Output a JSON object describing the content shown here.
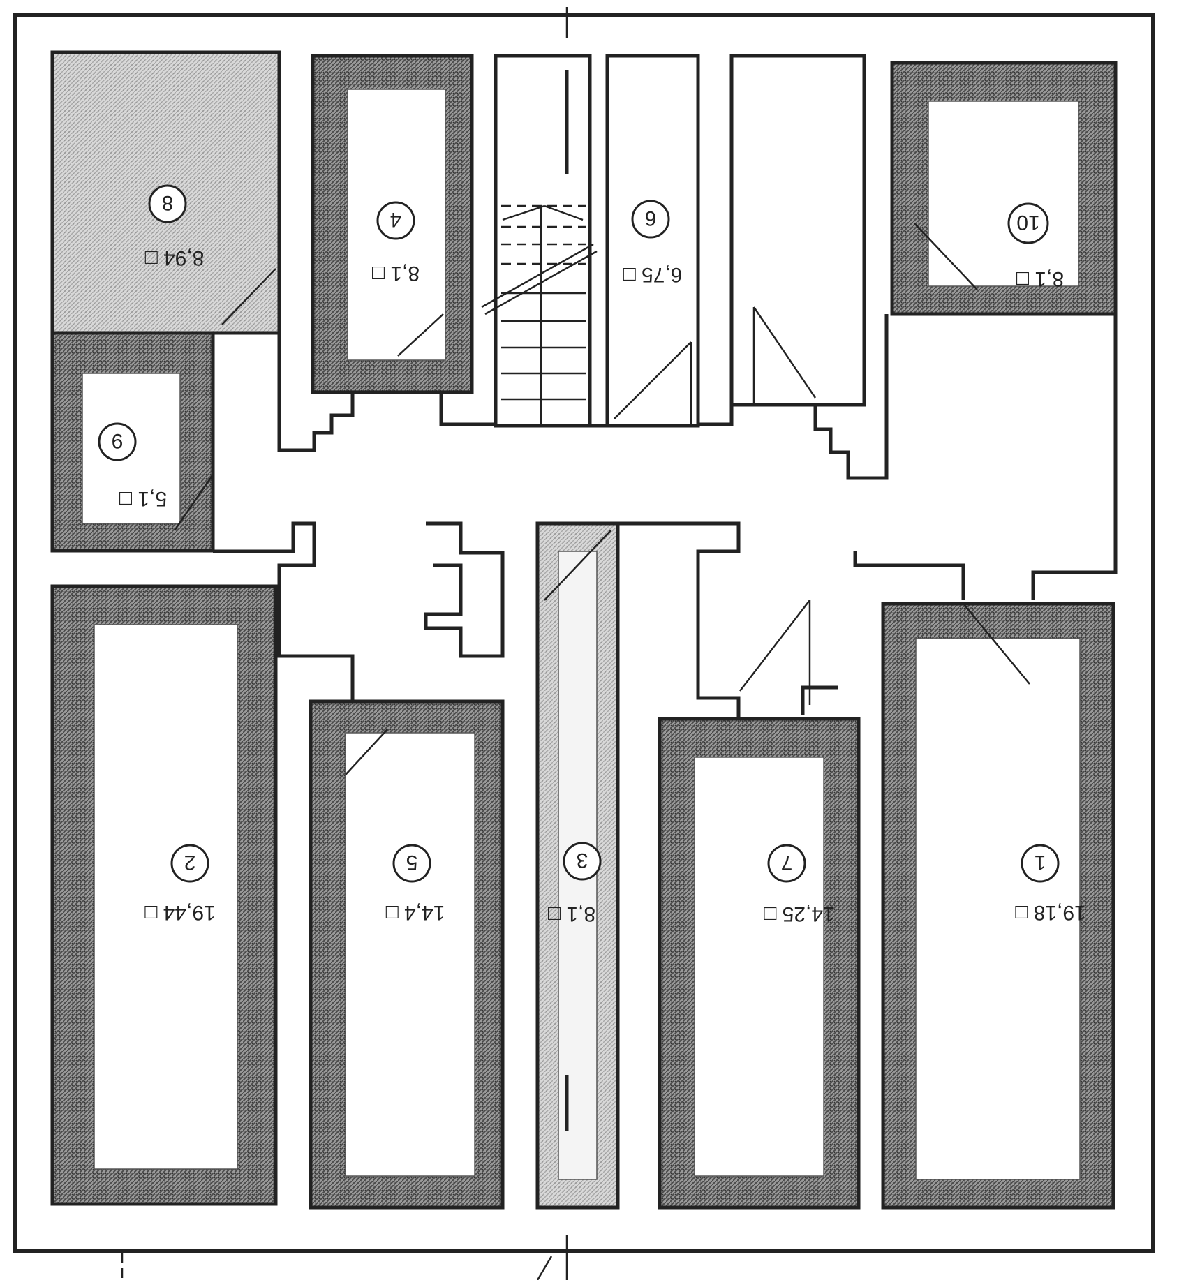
{
  "rooms": [
    {
      "id": "1",
      "number": "1",
      "area": "19,18 □"
    },
    {
      "id": "2",
      "number": "2",
      "area": "19,44 □"
    },
    {
      "id": "3",
      "number": "3",
      "area": "8,1 □"
    },
    {
      "id": "4",
      "number": "4",
      "area": "8,1 □"
    },
    {
      "id": "5",
      "number": "5",
      "area": "14,4 □"
    },
    {
      "id": "6",
      "number": "6",
      "area": "6,75 □"
    },
    {
      "id": "7",
      "number": "7",
      "area": "14,25 □"
    },
    {
      "id": "8",
      "number": "8",
      "area": "8,94 □"
    },
    {
      "id": "9",
      "number": "9",
      "area": "5,1 □"
    },
    {
      "id": "10",
      "number": "10",
      "area": "8,1 □"
    }
  ]
}
